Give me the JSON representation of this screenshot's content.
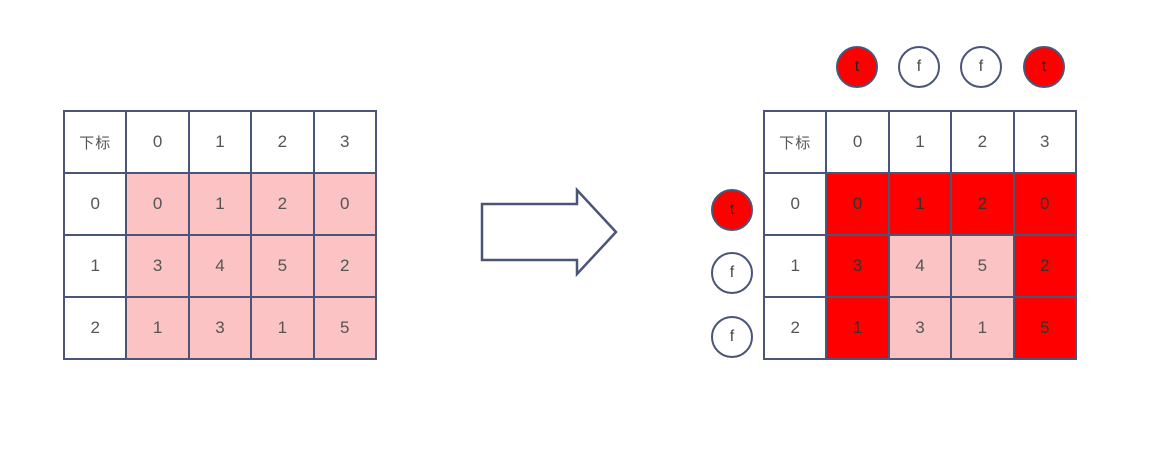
{
  "colors": {
    "red": "#fe0000",
    "pink": "#fbc3c3",
    "border": "#4a5578",
    "text": "#555555"
  },
  "left_table": {
    "corner_label": "下标",
    "col_headers": [
      "0",
      "1",
      "2",
      "3"
    ],
    "row_headers": [
      "0",
      "1",
      "2"
    ],
    "cells": [
      [
        "0",
        "1",
        "2",
        "0"
      ],
      [
        "3",
        "4",
        "5",
        "2"
      ],
      [
        "1",
        "3",
        "1",
        "5"
      ]
    ],
    "cell_states": [
      [
        "pink",
        "pink",
        "pink",
        "pink"
      ],
      [
        "pink",
        "pink",
        "pink",
        "pink"
      ],
      [
        "pink",
        "pink",
        "pink",
        "pink"
      ]
    ]
  },
  "right_table": {
    "corner_label": "下标",
    "col_headers": [
      "0",
      "1",
      "2",
      "3"
    ],
    "row_headers": [
      "0",
      "1",
      "2"
    ],
    "cells": [
      [
        "0",
        "1",
        "2",
        "0"
      ],
      [
        "3",
        "4",
        "5",
        "2"
      ],
      [
        "1",
        "3",
        "1",
        "5"
      ]
    ],
    "cell_states": [
      [
        "red",
        "red",
        "red",
        "red"
      ],
      [
        "red",
        "pink",
        "pink",
        "red"
      ],
      [
        "red",
        "pink",
        "pink",
        "red"
      ]
    ]
  },
  "col_flags": [
    {
      "label": "t",
      "state": "true"
    },
    {
      "label": "f",
      "state": "false"
    },
    {
      "label": "f",
      "state": "false"
    },
    {
      "label": "t",
      "state": "true"
    }
  ],
  "row_flags": [
    {
      "label": "t",
      "state": "true"
    },
    {
      "label": "f",
      "state": "false"
    },
    {
      "label": "f",
      "state": "false"
    }
  ]
}
